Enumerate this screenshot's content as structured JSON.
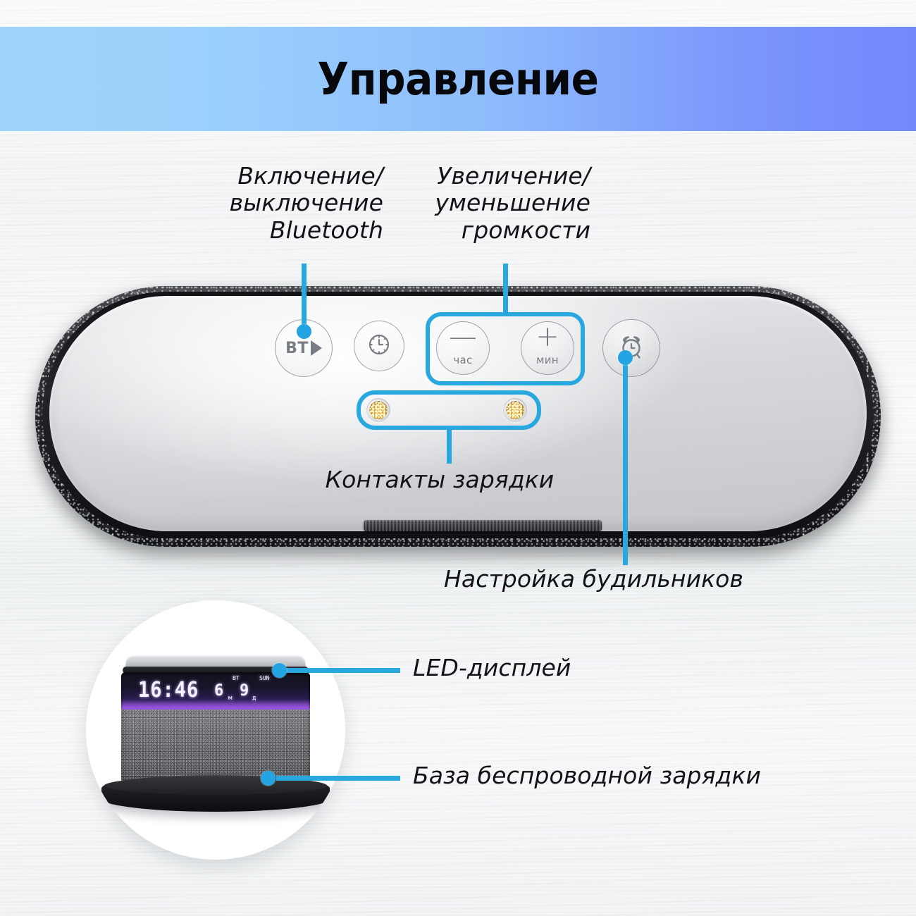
{
  "header": {
    "title": "Управление",
    "gradient_from": "#9ed4fc",
    "gradient_to": "#7289fc"
  },
  "accent_color": "#29a8e0",
  "callouts": [
    {
      "id": "bluetooth",
      "label": "Включение/\nвыключение\nBluetooth"
    },
    {
      "id": "volume",
      "label": "Увеличение/\nуменьшение\nгромкости"
    },
    {
      "id": "contacts",
      "label": "Контакты зарядки"
    },
    {
      "id": "alarm",
      "label": "Настройка будильников"
    },
    {
      "id": "led",
      "label": "LED-дисплей"
    },
    {
      "id": "base",
      "label": "База беспроводной зарядки"
    }
  ],
  "controls": {
    "bluetooth_button": {
      "text": "BT",
      "icon": "play-triangle-icon"
    },
    "clock_button": {
      "icon": "clock-face-icon"
    },
    "volume_down": {
      "symbol": "—",
      "label": "час"
    },
    "volume_up": {
      "symbol": "+",
      "label": "мин"
    },
    "alarm_button": {
      "icon": "alarm-clock-icon"
    }
  },
  "charging_contacts": {
    "count": 2,
    "finish": "gold"
  },
  "product_photo": {
    "led_display": {
      "time": "16:46",
      "month": "6",
      "month_unit": "м",
      "day": "9",
      "day_unit": "д",
      "bt_indicator": "BT",
      "weekday_indicator": "SUN"
    }
  }
}
